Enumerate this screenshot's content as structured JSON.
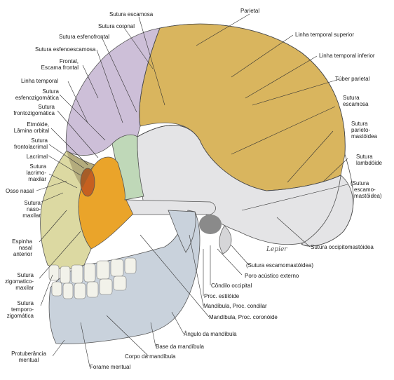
{
  "colors": {
    "parietal": "#d9b55e",
    "frontal": "#cdbfd8",
    "temporal": "#e4e4e6",
    "zygomatic": "#eaa42a",
    "maxilla": "#dcd9a2",
    "mandible": "#c9d2dc",
    "sphenoid": "#bfd8b8",
    "nasal": "#c66020",
    "lines": "#333333"
  },
  "icons": {
    "skull": "skull-illustration",
    "leader_lines": "leader-lines",
    "signature": "artist-signature"
  },
  "labels": {
    "sutura_escamosa_top": "Sutura escamosa",
    "parietal": "Parietal",
    "sutura_coronal": "Sutura coronal",
    "sutura_esfenofrontal": "Sutura esfenofrontal",
    "sutura_esfenoescamosa": "Sutura esfenoescamosa",
    "linha_temporal_superior": "Linha temporal superior",
    "frontal_1": "Frontal,",
    "frontal_2": "Escama frontal",
    "linha_temporal_inferior": "Linha temporal inferior",
    "linha_temporal": "Linha temporal",
    "tuber_parietal": "Túber parietal",
    "sutura_esfenozigomatica_1": "Sutura",
    "sutura_esfenozigomatica_2": "esfenozigomática",
    "sutura_escamosa_r1": "Sutura",
    "sutura_escamosa_r2": "escamosa",
    "sutura_frontozigomatica_1": "Sutura",
    "sutura_frontozigomatica_2": "frontozigomática",
    "etmoide_1": "Etmóide,",
    "etmoide_2": "Lâmina orbital",
    "sutura_parieto_1": "Sutura",
    "sutura_parieto_2": "parieto-",
    "sutura_parieto_3": "mastóidea",
    "sutura_frontolacrimal_1": "Sutura",
    "sutura_frontolacrimal_2": "frontolacrimal",
    "lacrimal": "Lacrimal",
    "sutura_lambdoide_1": "Sutura",
    "sutura_lambdoide_2": "lambdóide",
    "sutura_lacrimo_1": "Sutura",
    "sutura_lacrimo_2": "lacrimo-",
    "sutura_lacrimo_3": "maxilar",
    "sutura_escamo_mastoidea_1": "(Sutura",
    "sutura_escamo_mastoidea_2": "escamo-",
    "sutura_escamo_mastoidea_3": "mastóidea)",
    "osso_nasal": "Osso nasal",
    "sutura_nasomaxilar_1": "Sutura",
    "sutura_nasomaxilar_2": "naso-",
    "sutura_nasomaxilar_3": "maxilar",
    "espinha_1": "Espinha",
    "espinha_2": "nasal",
    "espinha_3": "anterior",
    "sutura_occipitomastoidea": "Sutura occipitomastóidea",
    "sutura_escamomastoidea": "(Sutura escamomastóidea)",
    "poro_acustico": "Poro acústico externo",
    "sutura_zigomaticomaxilar_1": "Sutura",
    "sutura_zigomaticomaxilar_2": "zigomatico-",
    "sutura_zigomaticomaxilar_3": "maxilar",
    "condilo_occipital": "Côndilo occipital",
    "proc_estiloide": "Proc. estilóide",
    "sutura_temporozigomatica_1": "Sutura",
    "sutura_temporozigomatica_2": "temporo-",
    "sutura_temporozigomatica_3": "zigomática",
    "mandibula_condilar": "Mandíbula, Proc. condilar",
    "mandibula_coronoide": "Mandíbula, Proc. coronóide",
    "angulo_mandibula": "Ângulo da mandíbula",
    "base_mandibula": "Base da mandíbula",
    "protuberancia_1": "Protuberância",
    "protuberancia_2": "mentual",
    "corpo_mandibula": "Corpo da mandíbula",
    "forame_mentual": "Forame mentual"
  },
  "signature": "Lepier"
}
